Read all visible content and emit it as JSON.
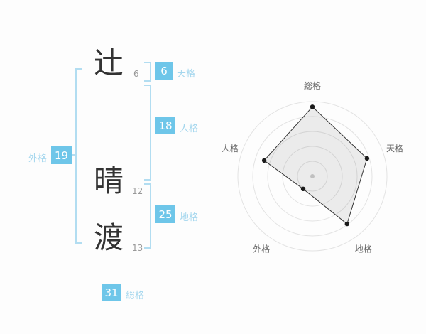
{
  "name_analysis": {
    "characters": [
      {
        "char": "辻",
        "strokes": "6"
      },
      {
        "char": "晴",
        "strokes": "12"
      },
      {
        "char": "渡",
        "strokes": "13"
      }
    ],
    "tenkaku": {
      "value": "6",
      "label": "天格"
    },
    "jinkaku": {
      "value": "18",
      "label": "人格"
    },
    "chikaku": {
      "value": "25",
      "label": "地格"
    },
    "gaikaku": {
      "value": "19",
      "label": "外格"
    },
    "soukaku": {
      "value": "31",
      "label": "総格"
    }
  },
  "colors": {
    "badge_blue": "#6ec6e9",
    "label_blue": "#a5d7ee",
    "bracket_blue": "#b2ddf1",
    "grid_gray": "#e3e3e3",
    "polygon_fill": "rgba(0,0,0,0.07)",
    "dot_black": "#1a1a1a",
    "center_dot_gray": "#c0c0c0"
  },
  "chart_data": {
    "type": "radar",
    "title": "",
    "axes": [
      "総格",
      "天格",
      "地格",
      "外格",
      "人格"
    ],
    "values": [
      0.93,
      0.77,
      0.79,
      0.21,
      0.68
    ],
    "value_note": "fraction of outer ring radius, estimated from pixels",
    "numbers": {
      "総格": 31,
      "天格": 6,
      "地格": 25,
      "外格": 19,
      "人格": 18
    },
    "rings": 5,
    "grid": "concentric-circles",
    "legend": "none"
  }
}
